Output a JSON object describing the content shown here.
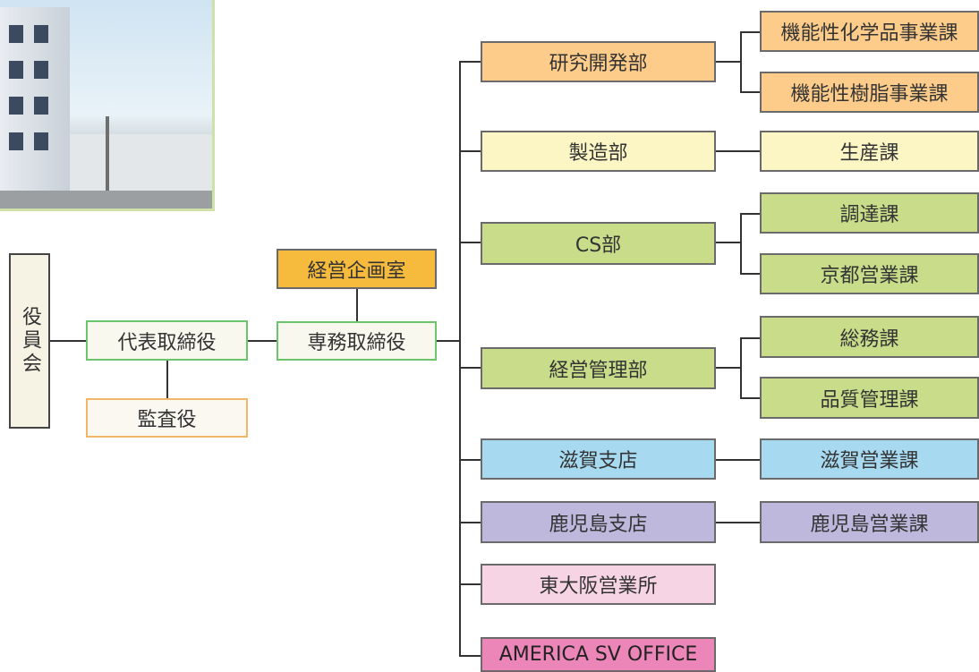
{
  "board": "役員会",
  "representative": "代表取締役",
  "auditor": "監査役",
  "managing_director": "専務取締役",
  "planning_office": "経営企画室",
  "departments": [
    {
      "name": "研究開発部",
      "sections": [
        "機能性化学品事業課",
        "機能性樹脂事業課"
      ]
    },
    {
      "name": "製造部",
      "sections": [
        "生産課"
      ]
    },
    {
      "name": "CS部",
      "sections": [
        "調達課",
        "京都営業課"
      ]
    },
    {
      "name": "経営管理部",
      "sections": [
        "総務課",
        "品質管理課"
      ]
    },
    {
      "name": "滋賀支店",
      "sections": [
        "滋賀営業課"
      ]
    },
    {
      "name": "鹿児島支店",
      "sections": [
        "鹿児島営業課"
      ]
    },
    {
      "name": "東大阪営業所",
      "sections": []
    },
    {
      "name": "AMERICA SV OFFICE",
      "sections": []
    }
  ]
}
